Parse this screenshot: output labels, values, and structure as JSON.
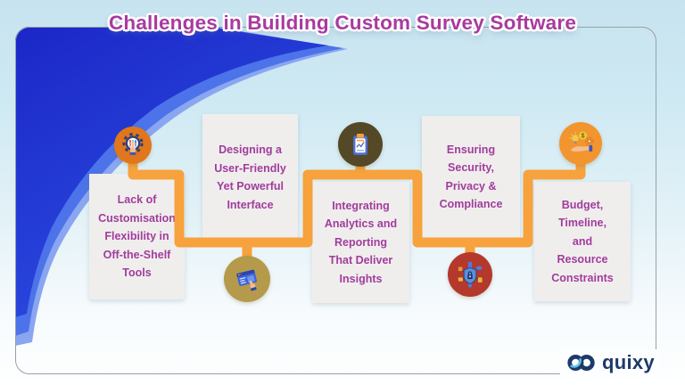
{
  "title": "Challenges in Building Custom Survey Software",
  "colors": {
    "title": "#A93A9F",
    "card_text": "#A23C9C",
    "card_bg": "#EFEEED",
    "timeline": "#F7A23C",
    "brand_navy": "#1E3A68",
    "brand_cyan": "#5BC6E8",
    "frame_border": "#97A1A9",
    "wave_dark": "#2B4BE0",
    "wave_dark2": "#1B27C7",
    "wave_mid": "#4C73E9",
    "wave_light": "#8AA6F1",
    "bg_top": "#C7E3EF",
    "bg_bottom": "#FEFFFF"
  },
  "cards": [
    {
      "text": "Lack of\nCustomisation\nFlexibility in\nOff-the-Shelf\nTools",
      "icon": "customization-gear-hand-icon",
      "icon_bg": "#E2761B",
      "icon_position": "above"
    },
    {
      "text": "Designing a\nUser-Friendly\nYet Powerful\nInterface",
      "icon": "interface-window-hand-icon",
      "icon_bg": "#B59A4B",
      "icon_position": "below"
    },
    {
      "text": "Integrating\nAnalytics and\nReporting\nThat Deliver\nInsights",
      "icon": "analytics-clipboard-icon",
      "icon_bg": "#554826",
      "icon_position": "above"
    },
    {
      "text": "Ensuring\nSecurity,\nPrivacy &\nCompliance",
      "icon": "security-shield-network-icon",
      "icon_bg": "#B4382B",
      "icon_position": "below"
    },
    {
      "text": "Budget,\nTimeline,\nand\nResource\nConstraints",
      "icon": "budget-hand-money-icon",
      "icon_bg": "#F2952F",
      "icon_position": "above"
    }
  ],
  "footer": {
    "brand": "quixy",
    "logo_icon": "quixy-infinity-icon"
  }
}
